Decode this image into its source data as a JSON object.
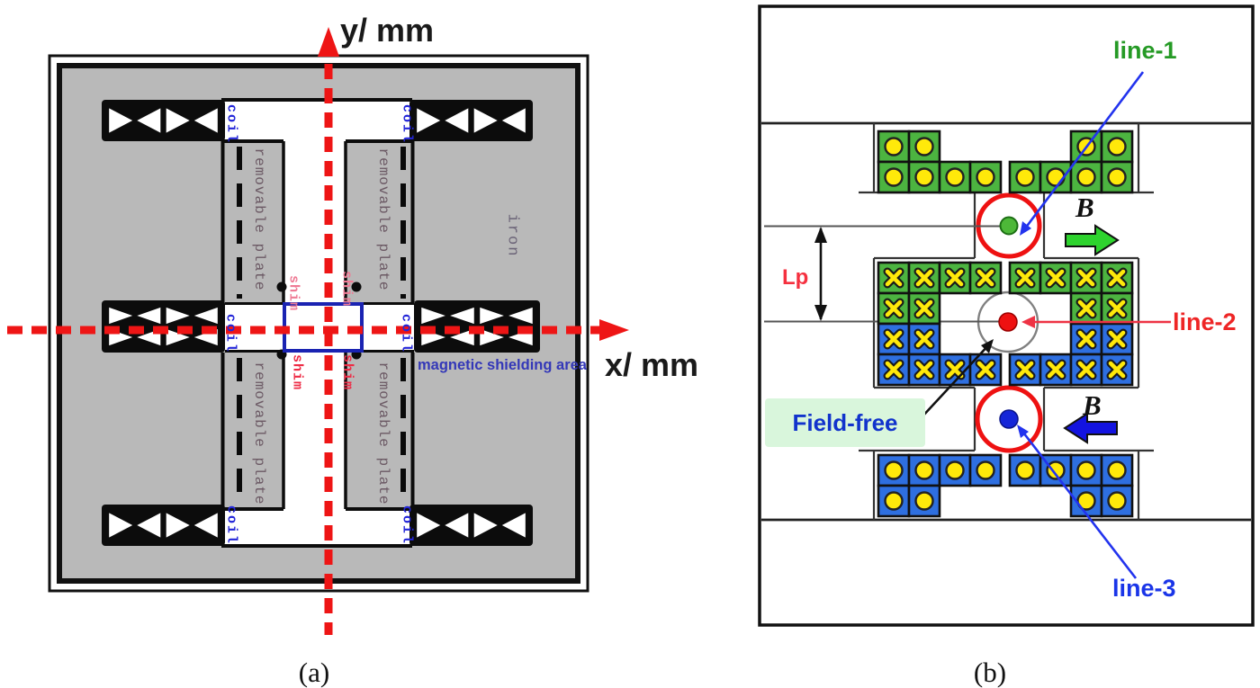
{
  "figure": {
    "panel_a": {
      "axis_y_label": "y/ mm",
      "axis_x_label": "x/ mm",
      "labels": {
        "removable_plate": "removable plate",
        "coil": "coil",
        "shim": "shim",
        "iron": "iron",
        "shielding_area": "magnetic shielding area"
      },
      "colors": {
        "iron_fill": "#b9b9b9",
        "axis_red": "#ee1515",
        "coil_text_blue": "#2326d8",
        "shim_pink": "#ef7b95",
        "shim_red": "#ee2b45",
        "shield_rect_blue": "#1a23b2",
        "plate_text": "#6b5964"
      }
    },
    "panel_b": {
      "labels": {
        "line1": "line-1",
        "line2": "line-2",
        "line3": "line-3",
        "field_free": "Field-free",
        "b_field": "B",
        "pole_distance": "Lp"
      },
      "colors": {
        "coil_green": "#4cb440",
        "coil_blue": "#2e6fe0",
        "symbol_yellow": "#ffe90a",
        "measure_circle_red": "#ee1111",
        "line1_text_green": "#259a25",
        "line2_text_red": "#ee2525",
        "line3_text_blue": "#1a35e8",
        "field_free_bg": "#d9f6dc",
        "b_arrow_green": "#2ed32e",
        "b_arrow_blue": "#1313e0"
      }
    },
    "captions": {
      "a": "(a)",
      "b": "(b)"
    }
  }
}
